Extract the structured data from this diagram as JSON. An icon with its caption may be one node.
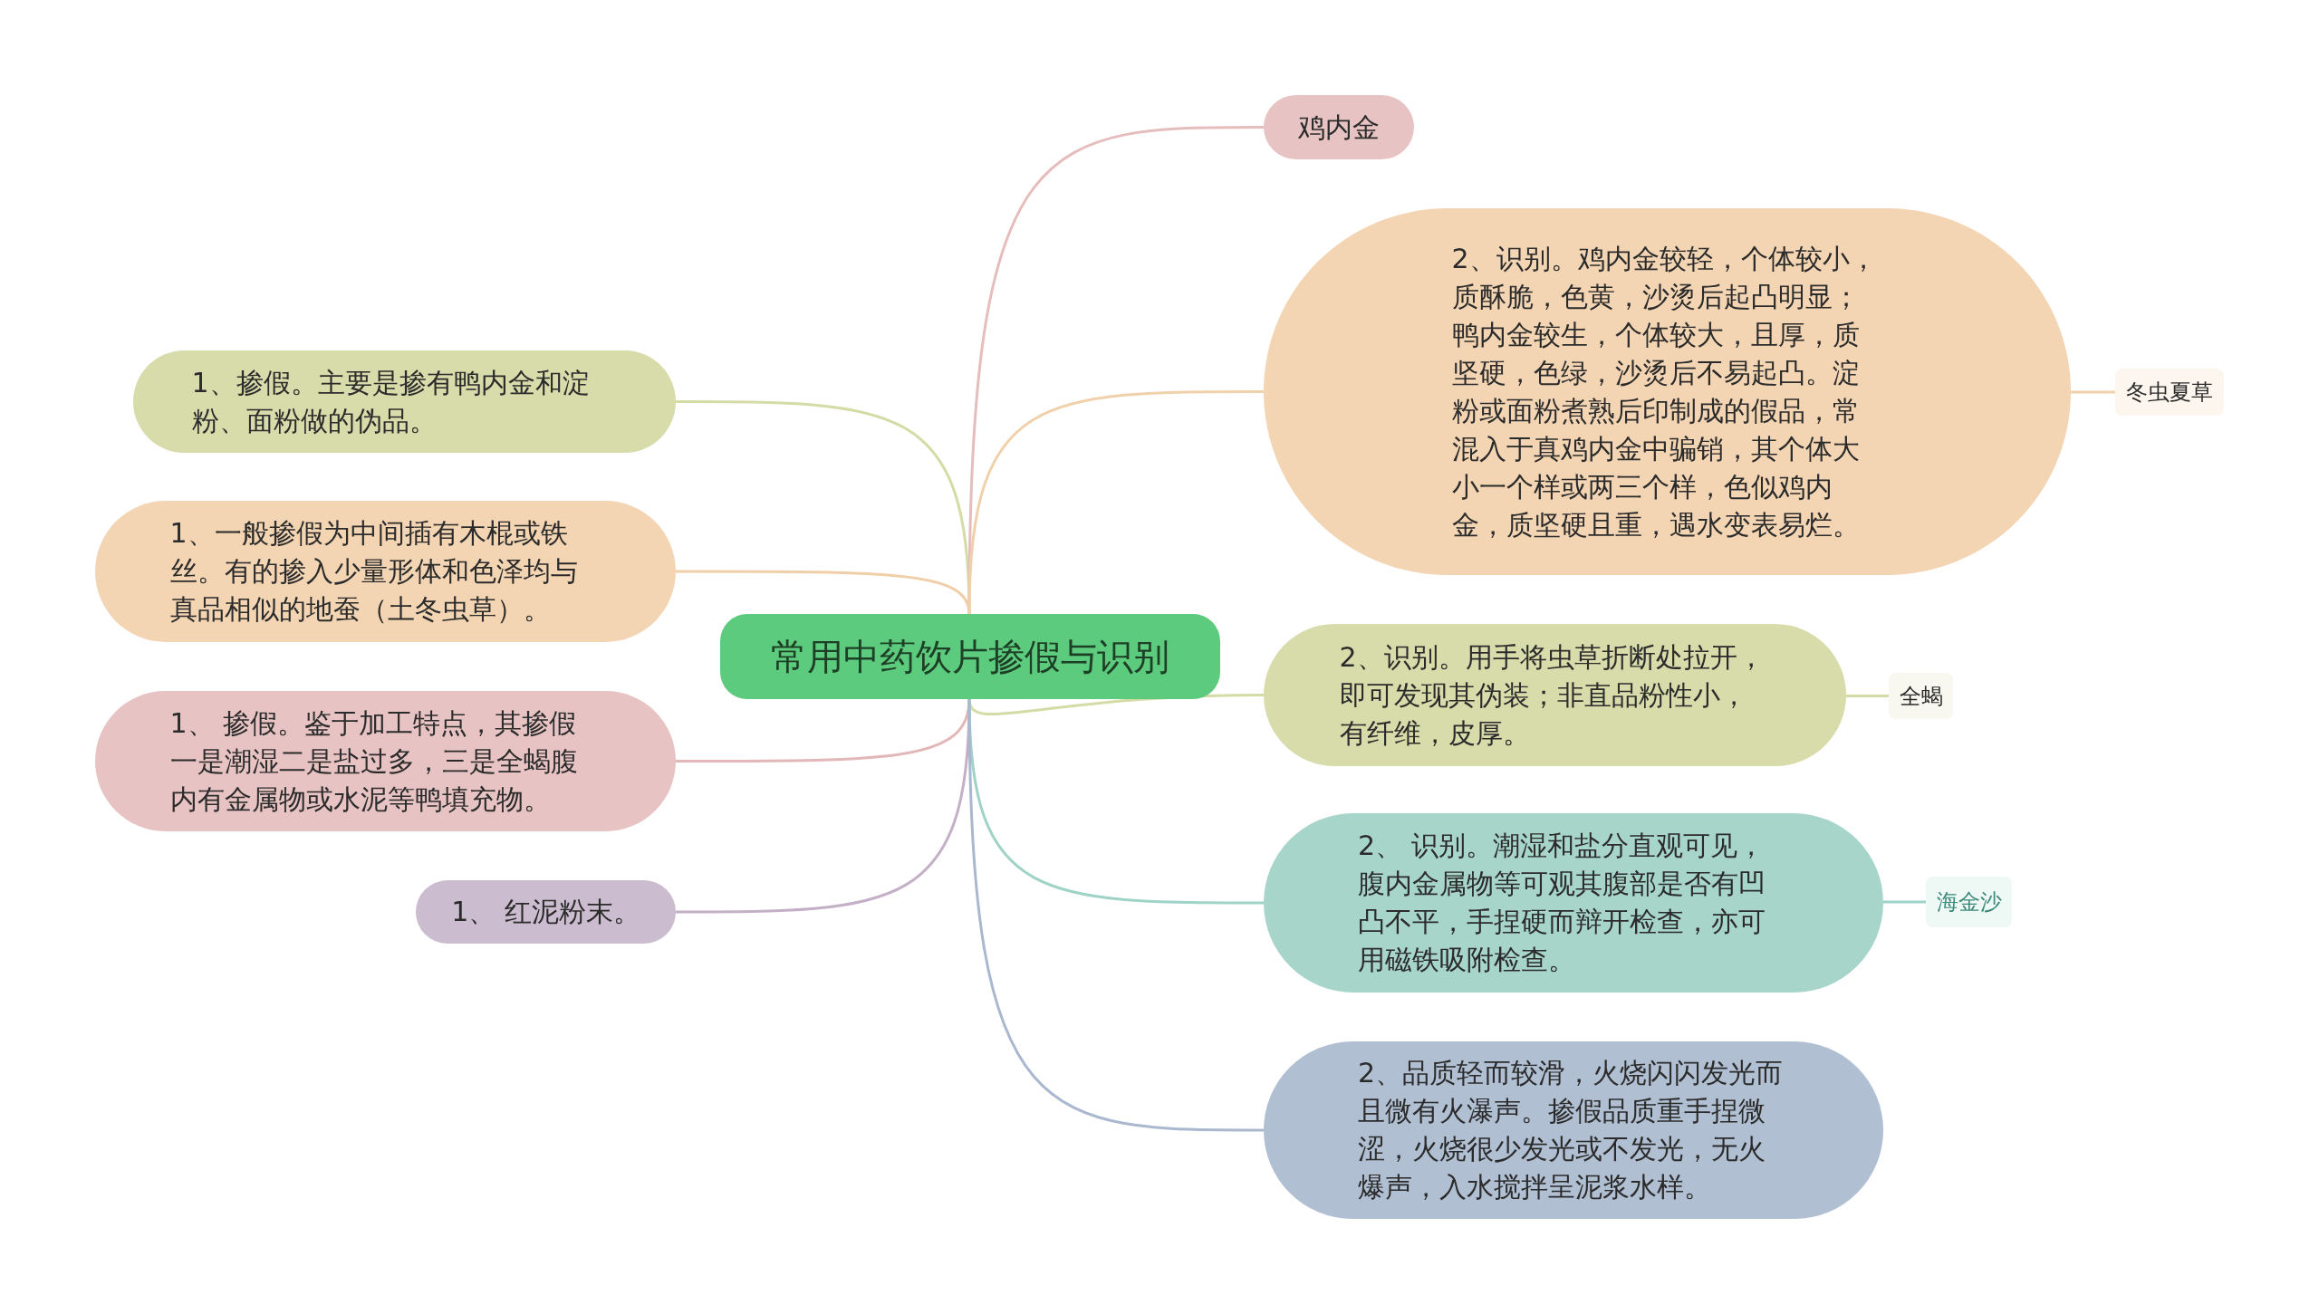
{
  "diagram": {
    "nodes": [
      {
        "text": [
          "常用中药饮片掺假与识别"
        ]
      },
      {
        "text": [
          "1、掺假。主要是掺有鸭内金和淀粉、面粉做的伪品。"
        ]
      },
      {
        "text": [
          "1、一般掺假为中间插有木棍或铁丝。有的掺入少量形体和色泽均与真品相似的地蚕（土冬虫草）。"
        ]
      },
      {
        "text": [
          "1、 掺假。鉴于加工特点，其掺假一是潮湿二是盐过多，三是全蝎腹内有金属物或水泥等鸭填充物。"
        ]
      },
      {
        "text": [
          "1、 红泥粉末。"
        ]
      },
      {
        "text": [
          "鸡内金"
        ]
      },
      {
        "text": [
          "2、识别。鸡内金较轻，个体较小，质酥脆，色黄，沙烫后起凸明显；鸭内金较生，个体较大，且厚，质坚硬，色绿，沙烫后不易起凸。淀粉或面粉煮熟后印制成的假品，常混入于真鸡内金中骗销，其个体大小一个样或两三个样，色似鸡内金，质坚硬且重，遇水变表易烂。"
        ]
      },
      {
        "text": [
          "冬虫夏草"
        ]
      },
      {
        "text": [
          "2、识别。用手将虫草折断处拉开，即可发现其伪装；非直品粉性小，有纤维，皮厚。"
        ]
      },
      {
        "text": [
          "全蝎"
        ]
      },
      {
        "text": [
          "2、 识别。潮湿和盐分直观可见，腹内金属物等可观其腹部是否有凹凸不平，手捏硬而辩开检查，亦可用磁铁吸附检查。"
        ]
      },
      {
        "text": [
          "海金沙"
        ]
      },
      {
        "text": [
          "2、品质轻而较滑，火烧闪闪发光而且微有火瀑声。掺假品质重手捏微涩，火烧很少发光或不发光，无火爆声，入水搅拌呈泥浆水样。"
        ]
      }
    ],
    "edges": [
      {
        "from": 0,
        "to": 1,
        "arrow": "none",
        "color": "#d5dba5"
      },
      {
        "from": 0,
        "to": 2,
        "arrow": "none",
        "color": "#f0cfa8"
      },
      {
        "from": 0,
        "to": 3,
        "arrow": "none",
        "color": "#e3b6b8"
      },
      {
        "from": 0,
        "to": 4,
        "arrow": "none",
        "color": "#c3b0c6"
      },
      {
        "from": 0,
        "to": 5,
        "arrow": "none",
        "color": "#e6bdbd"
      },
      {
        "from": 0,
        "to": 6,
        "arrow": "none",
        "color": "#f0d1ab"
      },
      {
        "from": 6,
        "to": 7,
        "arrow": "none",
        "color": "#f0d1ab"
      },
      {
        "from": 0,
        "to": 8,
        "arrow": "none",
        "color": "#d5dba5"
      },
      {
        "from": 8,
        "to": 9,
        "arrow": "none",
        "color": "#d5dba5"
      },
      {
        "from": 0,
        "to": 10,
        "arrow": "none",
        "color": "#9fd3c5"
      },
      {
        "from": 10,
        "to": 11,
        "arrow": "none",
        "color": "#9fd3c5"
      },
      {
        "from": 0,
        "to": 12,
        "arrow": "none",
        "color": "#a9b8cf"
      }
    ]
  }
}
